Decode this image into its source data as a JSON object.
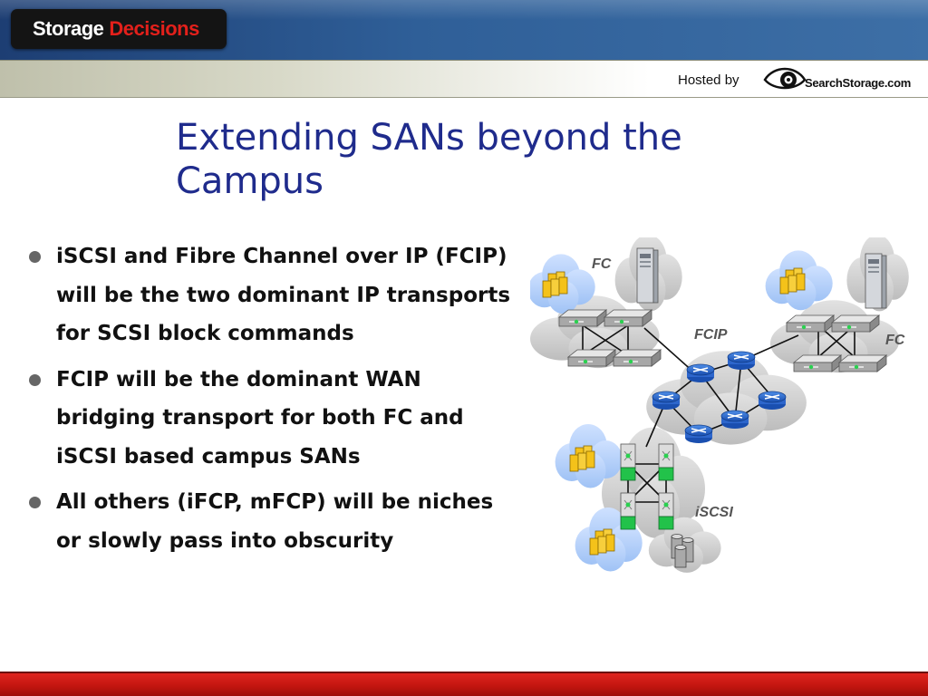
{
  "header": {
    "logo_word1": "Storage",
    "logo_word2": "Decisions",
    "hosted_by": "Hosted by",
    "sponsor_logo": "SearchStorage.com"
  },
  "slide": {
    "title": "Extending SANs beyond the Campus",
    "bullets": [
      "iSCSI and Fibre Channel over IP (FCIP) will be the two dominant IP transports for SCSI block commands",
      "FCIP will be the dominant WAN bridging transport for both FC and iSCSI based campus SANs",
      "All others (iFCP, mFCP) will be niches or slowly pass into obscurity"
    ]
  },
  "diagram": {
    "labels": {
      "fc_left": "FC",
      "fc_right": "FC",
      "fcip": "FCIP",
      "iscsi": "iSCSI"
    },
    "icons": [
      "cloud-icon",
      "server-tower-icon",
      "storage-array-icon",
      "fc-switch-icon",
      "ip-router-icon",
      "iscsi-switch-icon",
      "disk-stack-icon"
    ]
  },
  "colors": {
    "title": "#1f2b8c",
    "header_blue": "#2f5f98",
    "footer_red": "#c0150f",
    "logo_red": "#e3201b",
    "router_blue": "#1f5fbf",
    "switch_green": "#22c24a",
    "storage_yellow": "#f4c21a",
    "cloud_gray": "#cfcfcf"
  }
}
